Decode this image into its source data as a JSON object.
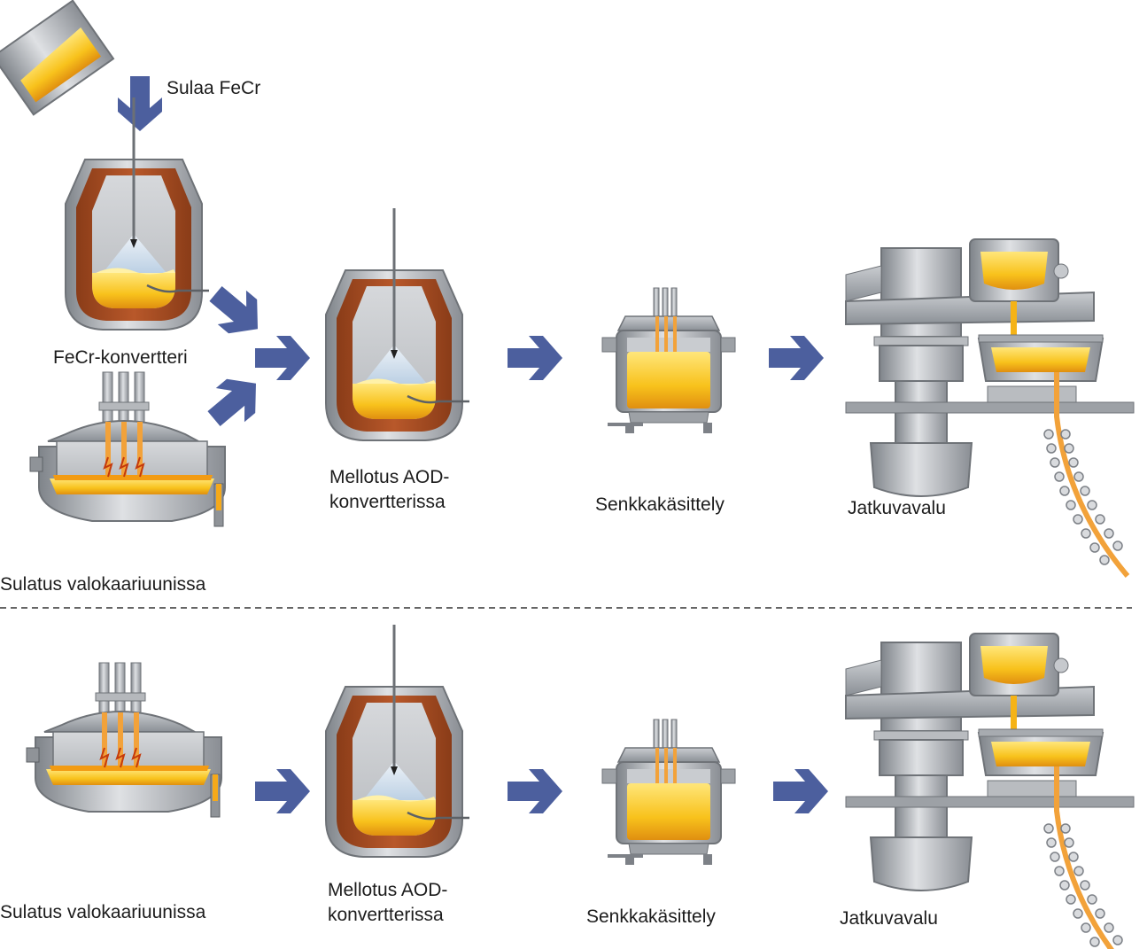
{
  "labels": {
    "sulaa_fecr": "Sulaa FeCr",
    "fecr_konvertteri": "FeCr-konvertteri",
    "top_eaf": "Sulatus valokaariuunissa",
    "top_aod_1": "Mellotus AOD-",
    "top_aod_2": "konvertterissa",
    "top_ladle": "Senkkakäsittely",
    "top_caster": "Jatkuvavalu",
    "bottom_eaf": "Sulatus valokaariuunissa",
    "bottom_aod_1": "Mellotus AOD-",
    "bottom_aod_2": "konvertterissa",
    "bottom_ladle": "Senkkakäsittely",
    "bottom_caster": "Jatkuvavalu"
  },
  "colors": {
    "arrow": "#4c5f9e",
    "steel": "#9a9ea4",
    "steel_light": "#d5d7da",
    "brick": "#a04a22",
    "melt": "#f7c21a",
    "melt_light": "#ffe86a",
    "slag": "#c7d8ea",
    "divider": "#333333"
  },
  "icons": [
    "arrow-icon",
    "fecr-ladle-icon",
    "fecr-converter-icon",
    "electric-arc-furnace-icon",
    "aod-converter-icon",
    "ladle-treatment-icon",
    "continuous-caster-icon"
  ]
}
